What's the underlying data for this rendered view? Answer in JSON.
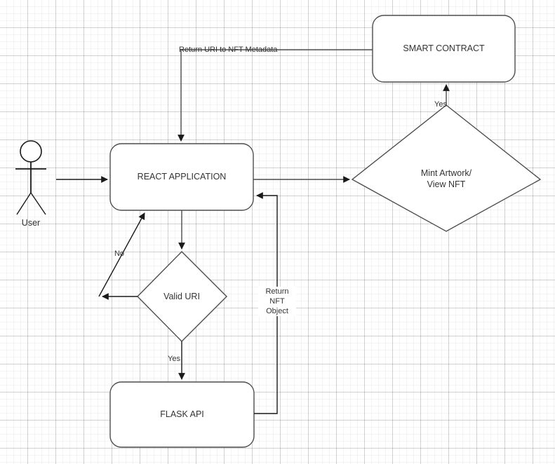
{
  "diagram": {
    "title": "NFT Minting Application Flowchart",
    "background": "#ffffff",
    "stroke_color": "#4d4d4d",
    "text_color": "#333333",
    "grid_minor_color": "#f2f2f2",
    "grid_major_color": "#e0e0e0",
    "nodes": {
      "smart_contract": {
        "label": "SMART CONTRACT",
        "shape": "rounded-rect"
      },
      "react_application": {
        "label": "REACT APPLICATION",
        "shape": "rounded-rect"
      },
      "flask_api": {
        "label": "FLASK API",
        "shape": "rounded-rect"
      },
      "mint_decision": {
        "label": "Mint Artwork/\nView NFT",
        "shape": "diamond"
      },
      "valid_uri_decision": {
        "label": "Valid URI",
        "shape": "diamond"
      },
      "user": {
        "label": "User",
        "shape": "actor"
      }
    },
    "edges": {
      "user_to_react": {
        "label": ""
      },
      "react_to_mint": {
        "label": ""
      },
      "mint_to_contract": {
        "label": "Yes"
      },
      "contract_to_react": {
        "label": "Return URI to NFT Metadata"
      },
      "react_to_valid_uri": {
        "label": ""
      },
      "valid_uri_no": {
        "label": "No"
      },
      "valid_uri_yes": {
        "label": "Yes"
      },
      "flask_to_react": {
        "label": "Return\nNFT\nObject"
      }
    }
  }
}
